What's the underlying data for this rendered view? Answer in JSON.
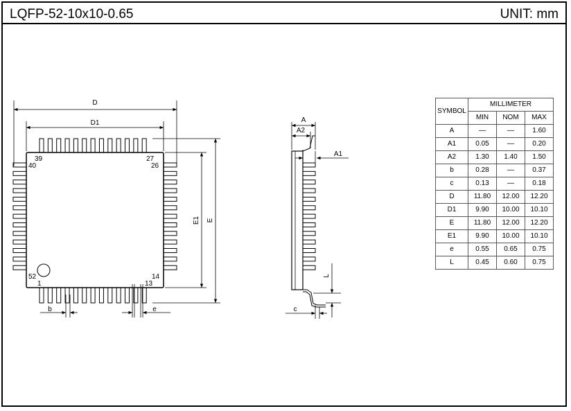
{
  "header": {
    "title": "LQFP-52-10x10-0.65",
    "unit": "UNIT: mm"
  },
  "top_view": {
    "labels": {
      "D": "D",
      "D1": "D1",
      "E": "E",
      "E1": "E1",
      "b": "b",
      "e": "e"
    },
    "pin_labels": {
      "p39": "39",
      "p40": "40",
      "p27": "27",
      "p26": "26",
      "p52": "52",
      "p1": "1",
      "p13": "13",
      "p14": "14"
    },
    "pins_per_side": 13
  },
  "side_view": {
    "labels": {
      "A": "A",
      "A2": "A2",
      "A1": "A1",
      "L": "L",
      "c": "c"
    }
  },
  "table": {
    "symbol_header": "SYMBOL",
    "group_header": "MILLIMETER",
    "columns": [
      "MIN",
      "NOM",
      "MAX"
    ],
    "rows": [
      {
        "symbol": "A",
        "min": "—",
        "nom": "—",
        "max": "1.60"
      },
      {
        "symbol": "A1",
        "min": "0.05",
        "nom": "—",
        "max": "0.20"
      },
      {
        "symbol": "A2",
        "min": "1.30",
        "nom": "1.40",
        "max": "1.50"
      },
      {
        "symbol": "b",
        "min": "0.28",
        "nom": "—",
        "max": "0.37"
      },
      {
        "symbol": "c",
        "min": "0.13",
        "nom": "—",
        "max": "0.18"
      },
      {
        "symbol": "D",
        "min": "11.80",
        "nom": "12.00",
        "max": "12.20"
      },
      {
        "symbol": "D1",
        "min": "9.90",
        "nom": "10.00",
        "max": "10.10"
      },
      {
        "symbol": "E",
        "min": "11.80",
        "nom": "12.00",
        "max": "12.20"
      },
      {
        "symbol": "E1",
        "min": "9.90",
        "nom": "10.00",
        "max": "10.10"
      },
      {
        "symbol": "e",
        "min": "0.55",
        "nom": "0.65",
        "max": "0.75"
      },
      {
        "symbol": "L",
        "min": "0.45",
        "nom": "0.60",
        "max": "0.75"
      }
    ]
  }
}
